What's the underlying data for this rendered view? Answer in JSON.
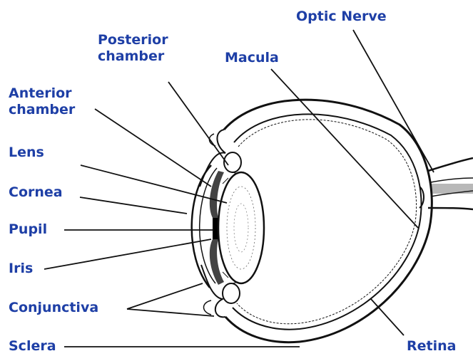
{
  "colors": {
    "label": "#1e3fa6",
    "ink": "#111111",
    "background": "#ffffff"
  },
  "labels": {
    "optic_nerve": "Optic Nerve",
    "posterior_chamber": [
      "Posterior",
      "chamber"
    ],
    "macula": "Macula",
    "anterior_chamber": [
      "Anterior",
      "chamber"
    ],
    "lens": "Lens",
    "cornea": "Cornea",
    "pupil": "Pupil",
    "iris": "Iris",
    "conjunctiva": "Conjunctiva",
    "sclera": "Sclera",
    "retina": "Retina"
  }
}
